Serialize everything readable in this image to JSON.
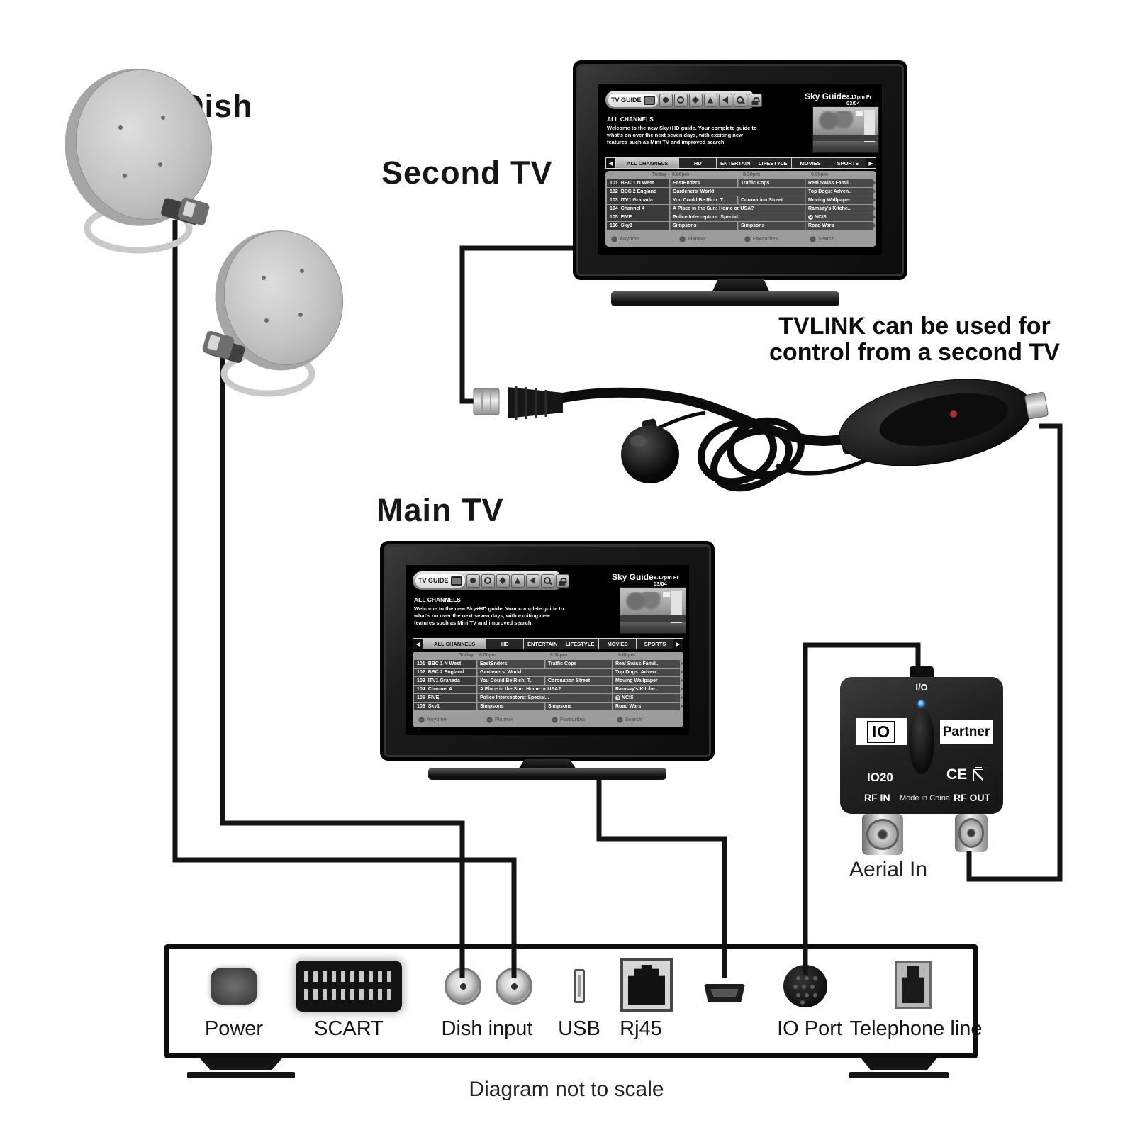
{
  "labels": {
    "dish": "Dish",
    "second_tv": "Second TV",
    "main_tv": "Main TV",
    "tvlink_note_line1": "TVLINK can be used for",
    "tvlink_note_line2": "control from a second TV",
    "aerial_in": "Aerial In",
    "not_to_scale": "Diagram not to scale"
  },
  "epg": {
    "toolbar_title": "TV GUIDE",
    "toolbar_icons": [
      "interactive-icon",
      "search-round-icon",
      "tag-icon",
      "hand-icon",
      "back-icon",
      "magnifier-icon",
      "padlock-icon"
    ],
    "brand": "Sky Guide",
    "datetime": "8.17pm Fr 03/04",
    "section": "ALL CHANNELS",
    "welcome": [
      "Welcome to the new Sky+HD guide. Your complete guide to",
      "what's on over the next seven days, with exciting new",
      "features such as Mini TV and improved search."
    ],
    "tabs": [
      "ALL CHANNELS",
      "HD",
      "ENTERTAIN",
      "LIFESTYLE",
      "MOVIES",
      "SPORTS"
    ],
    "selected_tab": "ALL CHANNELS",
    "times": [
      "Today",
      "8.00pm",
      "8.30pm",
      "9.00pm"
    ],
    "rows": [
      {
        "num": "101",
        "name": "BBC 1 N West",
        "cells": [
          {
            "text": "EastEnders",
            "span": 1
          },
          {
            "text": "Traffic Cops",
            "span": 1
          },
          {
            "text": "Real Swiss Famil..",
            "span": 1
          }
        ]
      },
      {
        "num": "102",
        "name": "BBC 2 England",
        "cells": [
          {
            "text": "Gardeners' World",
            "span": 2
          },
          {
            "text": "Top Dogs: Adven..",
            "span": 1
          }
        ]
      },
      {
        "num": "103",
        "name": "ITV1 Granada",
        "cells": [
          {
            "text": "You Could Be Rich: T..",
            "span": 1
          },
          {
            "text": "Coronation Street",
            "span": 1
          },
          {
            "text": "Moving Wallpaper",
            "span": 1
          }
        ]
      },
      {
        "num": "104",
        "name": "Channel 4",
        "cells": [
          {
            "text": "A Place in the Sun: Home or USA?",
            "span": 2
          },
          {
            "text": "Ramsay's Kitche..",
            "span": 1
          }
        ]
      },
      {
        "num": "105",
        "name": "FIVE",
        "cells": [
          {
            "text": "Police Interceptors: Special...",
            "span": 2
          },
          {
            "text": "NCIS",
            "span": 1,
            "record": true
          }
        ]
      },
      {
        "num": "106",
        "name": "Sky1",
        "cells": [
          {
            "text": "Simpsons",
            "span": 1
          },
          {
            "text": "Simpsons",
            "span": 1
          },
          {
            "text": "Road Wars",
            "span": 1
          }
        ]
      }
    ],
    "footer": [
      "Anytime",
      "Planner",
      "Favourites",
      "Search"
    ]
  },
  "io_device": {
    "jack": "I/O",
    "logo": "IO",
    "brand": "Partner",
    "model": "IO20",
    "compliance": "CE",
    "rf_in": "RF IN",
    "origin": "Mode in China",
    "rf_out": "RF OUT"
  },
  "receiver": {
    "ports": [
      {
        "label": "Power",
        "type": "power"
      },
      {
        "label": "SCART",
        "type": "scart"
      },
      {
        "label": "Dish input",
        "type": "dish"
      },
      {
        "label": "USB",
        "type": "usb"
      },
      {
        "label": "Rj45",
        "type": "rj45"
      },
      {
        "label": "",
        "type": "hdmi"
      },
      {
        "label": "IO Port",
        "type": "io"
      },
      {
        "label": "Telephone line",
        "type": "phone"
      }
    ]
  },
  "colors": {
    "led_blue": "#3b9cff",
    "led_red": "#a93226",
    "cable": "#131313"
  }
}
